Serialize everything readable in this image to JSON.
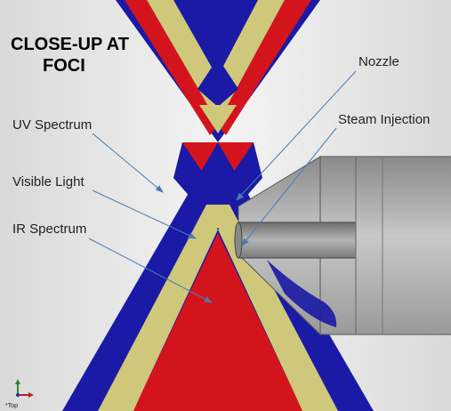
{
  "title": {
    "line1": "CLOSE-UP AT",
    "line2": "FOCI"
  },
  "labels": {
    "uv": "UV Spectrum",
    "visible": "Visible Light",
    "ir": "IR Spectrum",
    "nozzle": "Nozzle",
    "steam": "Steam Injection"
  },
  "view_orientation": "*Top",
  "colors": {
    "uv": "#1a1aa6",
    "visible": "#cfc87a",
    "ir": "#d4141c",
    "nozzle_body": "#a7a7a7",
    "callout_line": "#4a7bb0",
    "background": "#dcdcdc"
  },
  "icons": {
    "triad": "axis-triad-icon"
  }
}
